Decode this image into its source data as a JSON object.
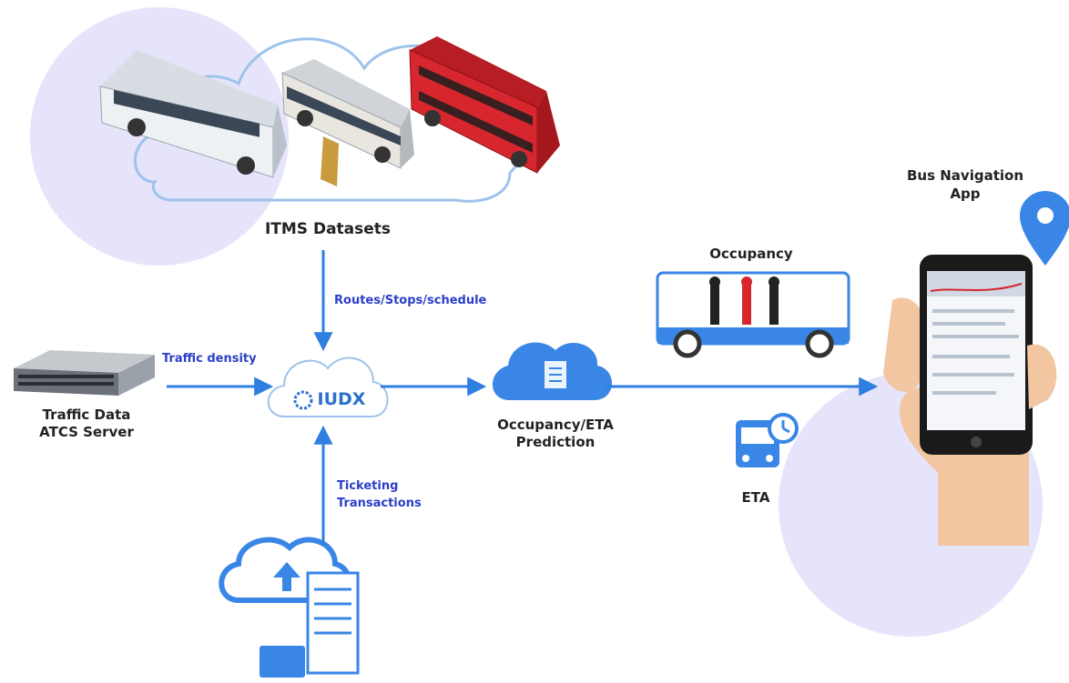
{
  "labels": {
    "itms": "ITMS Datasets",
    "traffic_server": [
      "Traffic Data",
      "ATCS Server"
    ],
    "prediction": [
      "Occupancy/ETA",
      "Prediction"
    ],
    "occupancy": "Occupancy",
    "eta": "ETA",
    "app": [
      "Bus Navigation",
      "App"
    ],
    "iudx": "IUDX"
  },
  "edges": {
    "routes": "Routes/Stops/schedule",
    "traffic_density": "Traffic density",
    "ticketing": [
      "Ticketing",
      "Transactions"
    ]
  },
  "colors": {
    "arrow": "#2f7fe0",
    "edge_label": "#2c3fc8",
    "circle_bg": "#e6e4fb",
    "cloud_outline": "#9ec3ea",
    "iudx": "#2d6fcf",
    "bus_red": "#d7262e",
    "icon_blue": "#3a86e6"
  }
}
